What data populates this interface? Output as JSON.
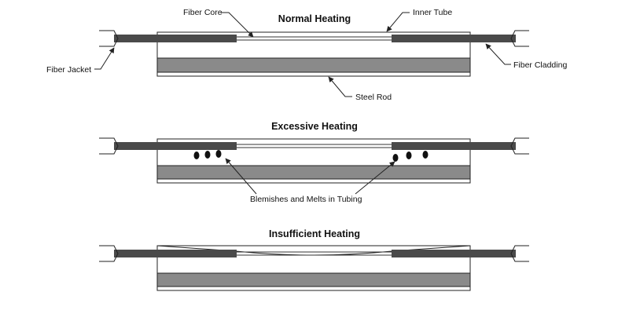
{
  "panels": [
    {
      "title": "Normal Heating"
    },
    {
      "title": "Excessive Heating"
    },
    {
      "title": "Insufficient Heating"
    }
  ],
  "labels": {
    "fiber_core": "Fiber Core",
    "inner_tube": "Inner Tube",
    "fiber_jacket": "Fiber Jacket",
    "fiber_cladding": "Fiber Cladding",
    "steel_rod": "Steel Rod",
    "blemishes": "Blemishes and Melts in Tubing"
  },
  "colors": {
    "fiber": "#4a4a4a",
    "steel_rod": "#8a8a8a",
    "outline": "#222222",
    "defect": "#111111"
  }
}
